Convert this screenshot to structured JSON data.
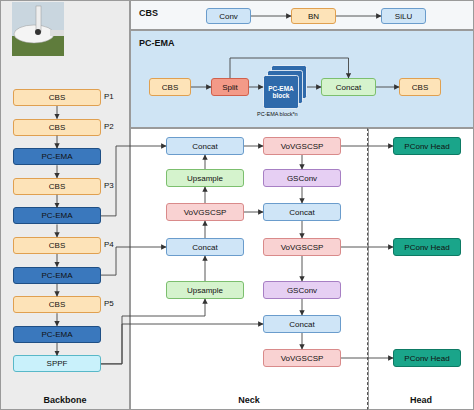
{
  "diagram": {
    "nodes": [
      {
        "text": [
          "Backbone"
        ]
      },
      {
        "text": [
          "CBS"
        ],
        "in": 0
      },
      {
        "text": [
          "CBS"
        ],
        "in": 0
      },
      {
        "text": [
          "PC-EMA"
        ],
        "in": 0
      },
      {
        "text": [
          "CBS"
        ],
        "in": 0
      },
      {
        "text": [
          "PC-EMA"
        ],
        "in": 0
      },
      {
        "text": [
          "CBS"
        ],
        "in": 0
      },
      {
        "text": [
          "PC-EMA"
        ],
        "in": 0
      },
      {
        "text": [
          "CBS"
        ],
        "in": 0
      },
      {
        "text": [
          "PC-EMA"
        ],
        "in": 0
      },
      {
        "text": [
          "SPPF"
        ],
        "in": 0
      },
      {
        "text": [
          "CBS"
        ]
      },
      {
        "text": [
          "Conv"
        ],
        "in": 11
      },
      {
        "text": [
          "BN"
        ],
        "in": 11
      },
      {
        "text": [
          "SiLU"
        ],
        "in": 11
      },
      {
        "text": [
          "PC-EMA"
        ]
      },
      {
        "text": [
          "CBS"
        ],
        "in": 15
      },
      {
        "text": [
          "Split"
        ],
        "in": 15
      },
      {
        "text": [
          "PC-EMA block",
          "PC-EMA block*n"
        ],
        "in": 15
      },
      {
        "text": [
          "Concat"
        ],
        "in": 15
      },
      {
        "text": [
          "CBS"
        ],
        "in": 15
      },
      {
        "text": [
          "Neck"
        ]
      },
      {
        "text": [
          "Concat"
        ],
        "in": 21
      },
      {
        "text": [
          "VoVGSCSP"
        ],
        "in": 21
      },
      {
        "text": [
          "Upsample"
        ],
        "in": 21
      },
      {
        "text": [
          "GSConv"
        ],
        "in": 21
      },
      {
        "text": [
          "VoVGSCSP"
        ],
        "in": 21
      },
      {
        "text": [
          "Concat"
        ],
        "in": 21
      },
      {
        "text": [
          "Concat"
        ],
        "in": 21
      },
      {
        "text": [
          "VoVGSCSP"
        ],
        "in": 21
      },
      {
        "text": [
          "Upsample"
        ],
        "in": 21
      },
      {
        "text": [
          "GSConv"
        ],
        "in": 21
      },
      {
        "text": [
          "Concat"
        ],
        "in": 21
      },
      {
        "text": [
          "VoVGSCSP"
        ],
        "in": 21
      },
      {
        "text": [
          "Head"
        ]
      },
      {
        "text": [
          "PConv Head"
        ],
        "in": 34
      },
      {
        "text": [
          "PConv Head"
        ],
        "in": 34
      },
      {
        "text": [
          "PConv Head"
        ],
        "in": 34
      }
    ],
    "edges": [
      {
        "from": 1,
        "to": 2,
        "arrow": "to"
      },
      {
        "from": 2,
        "to": 3,
        "arrow": "to"
      },
      {
        "from": 3,
        "to": 4,
        "arrow": "to"
      },
      {
        "from": 4,
        "to": 5,
        "arrow": "to"
      },
      {
        "from": 5,
        "to": 6,
        "arrow": "to"
      },
      {
        "from": 6,
        "to": 7,
        "arrow": "to"
      },
      {
        "from": 7,
        "to": 8,
        "arrow": "to"
      },
      {
        "from": 8,
        "to": 9,
        "arrow": "to"
      },
      {
        "from": 9,
        "to": 10,
        "arrow": "to"
      },
      {
        "from": 12,
        "to": 13,
        "arrow": "to"
      },
      {
        "from": 13,
        "to": 14,
        "arrow": "to"
      },
      {
        "from": 16,
        "to": 17,
        "arrow": "to"
      },
      {
        "from": 17,
        "to": 18,
        "arrow": "to"
      },
      {
        "from": 18,
        "to": 19,
        "arrow": "to"
      },
      {
        "from": 17,
        "to": 19,
        "arrow": "to"
      },
      {
        "from": 19,
        "to": 20,
        "arrow": "to"
      },
      {
        "from": 5,
        "to": 22,
        "arrow": "to"
      },
      {
        "from": 7,
        "to": 28,
        "arrow": "to"
      },
      {
        "from": 10,
        "to": 30,
        "arrow": "to"
      },
      {
        "from": 10,
        "to": 32,
        "arrow": "to"
      },
      {
        "from": 30,
        "to": 28,
        "arrow": "to"
      },
      {
        "from": 28,
        "to": 26,
        "arrow": "to"
      },
      {
        "from": 26,
        "to": 24,
        "arrow": "to"
      },
      {
        "from": 24,
        "to": 22,
        "arrow": "to"
      },
      {
        "from": 22,
        "to": 23,
        "arrow": "to"
      },
      {
        "from": 23,
        "to": 25,
        "arrow": "to"
      },
      {
        "from": 23,
        "to": 35,
        "arrow": "to"
      },
      {
        "from": 25,
        "to": 27,
        "arrow": "to"
      },
      {
        "from": 26,
        "to": 27,
        "arrow": "to"
      },
      {
        "from": 27,
        "to": 29,
        "arrow": "to"
      },
      {
        "from": 29,
        "to": 36,
        "arrow": "to"
      },
      {
        "from": 29,
        "to": 31,
        "arrow": "to"
      },
      {
        "from": 31,
        "to": 32,
        "arrow": "to"
      },
      {
        "from": 32,
        "to": 33,
        "arrow": "to"
      },
      {
        "from": 33,
        "to": 37,
        "arrow": "to"
      }
    ],
    "labels": [
      "P1",
      "P2",
      "P3",
      "P4",
      "P5"
    ]
  }
}
